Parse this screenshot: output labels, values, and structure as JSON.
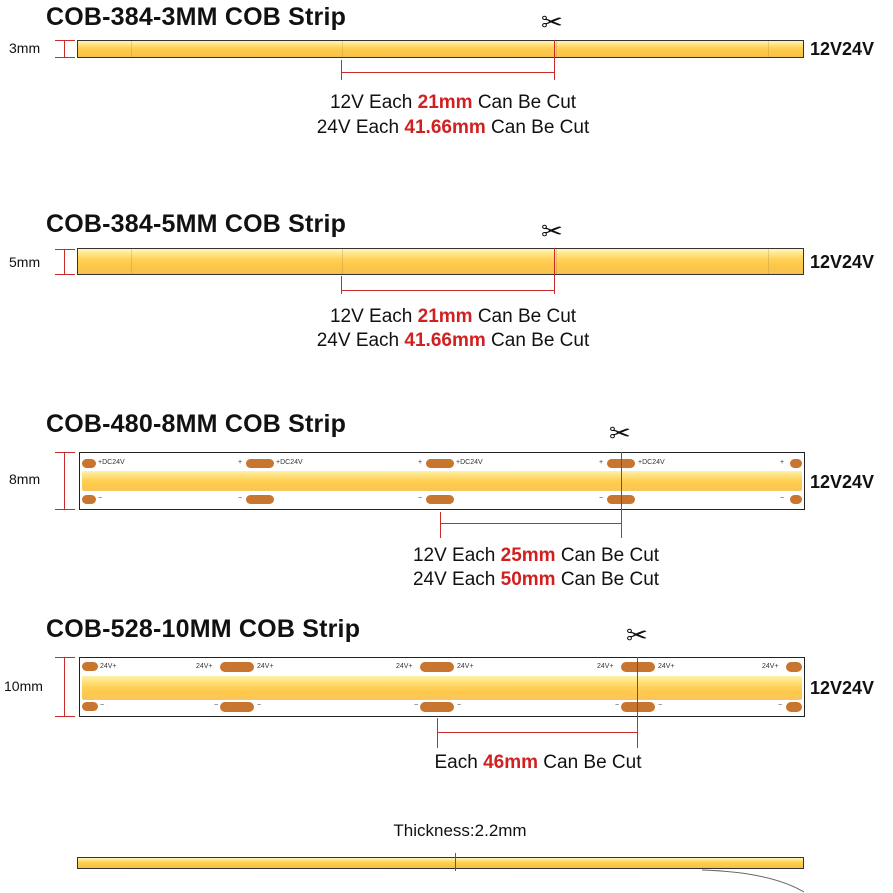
{
  "strips": [
    {
      "title": "COB-384-3MM COB Strip",
      "size": "3mm",
      "voltage": "12V24V",
      "cut_prefix_1": "12V Each ",
      "cut_value_1": "21mm",
      "cut_suffix_1": " Can Be Cut",
      "cut_prefix_2": "24V Each ",
      "cut_value_2": "41.66mm",
      "cut_suffix_2": " Can Be Cut"
    },
    {
      "title": "COB-384-5MM COB Strip",
      "size": "5mm",
      "voltage": "12V24V",
      "cut_prefix_1": "12V Each ",
      "cut_value_1": "21mm",
      "cut_suffix_1": " Can Be Cut",
      "cut_prefix_2": "24V Each ",
      "cut_value_2": "41.66mm",
      "cut_suffix_2": " Can Be Cut"
    },
    {
      "title": "COB-480-8MM COB Strip",
      "size": "8mm",
      "voltage": "12V24V",
      "pad_label_plus": "+DC24V",
      "plus": "+",
      "minus": "−",
      "cut_prefix_1": "12V Each ",
      "cut_value_1": "25mm",
      "cut_suffix_1": " Can Be Cut",
      "cut_prefix_2": "24V Each ",
      "cut_value_2": "50mm",
      "cut_suffix_2": " Can Be Cut"
    },
    {
      "title": "COB-528-10MM COB Strip",
      "size": "10mm",
      "voltage": "12V24V",
      "pad_label_plus": "24V+",
      "minus": "−",
      "cut_prefix_1": "Each ",
      "cut_value_1": "46mm",
      "cut_suffix_1": " Can Be Cut"
    }
  ],
  "thickness": {
    "label": "Thickness:2.2mm"
  },
  "icons": {
    "cut": "scissors-icon"
  },
  "colors": {
    "highlight": "#d21f1f",
    "strip": "#ffd15a",
    "pad": "#c8752f",
    "dimension": "#c92b2b"
  }
}
